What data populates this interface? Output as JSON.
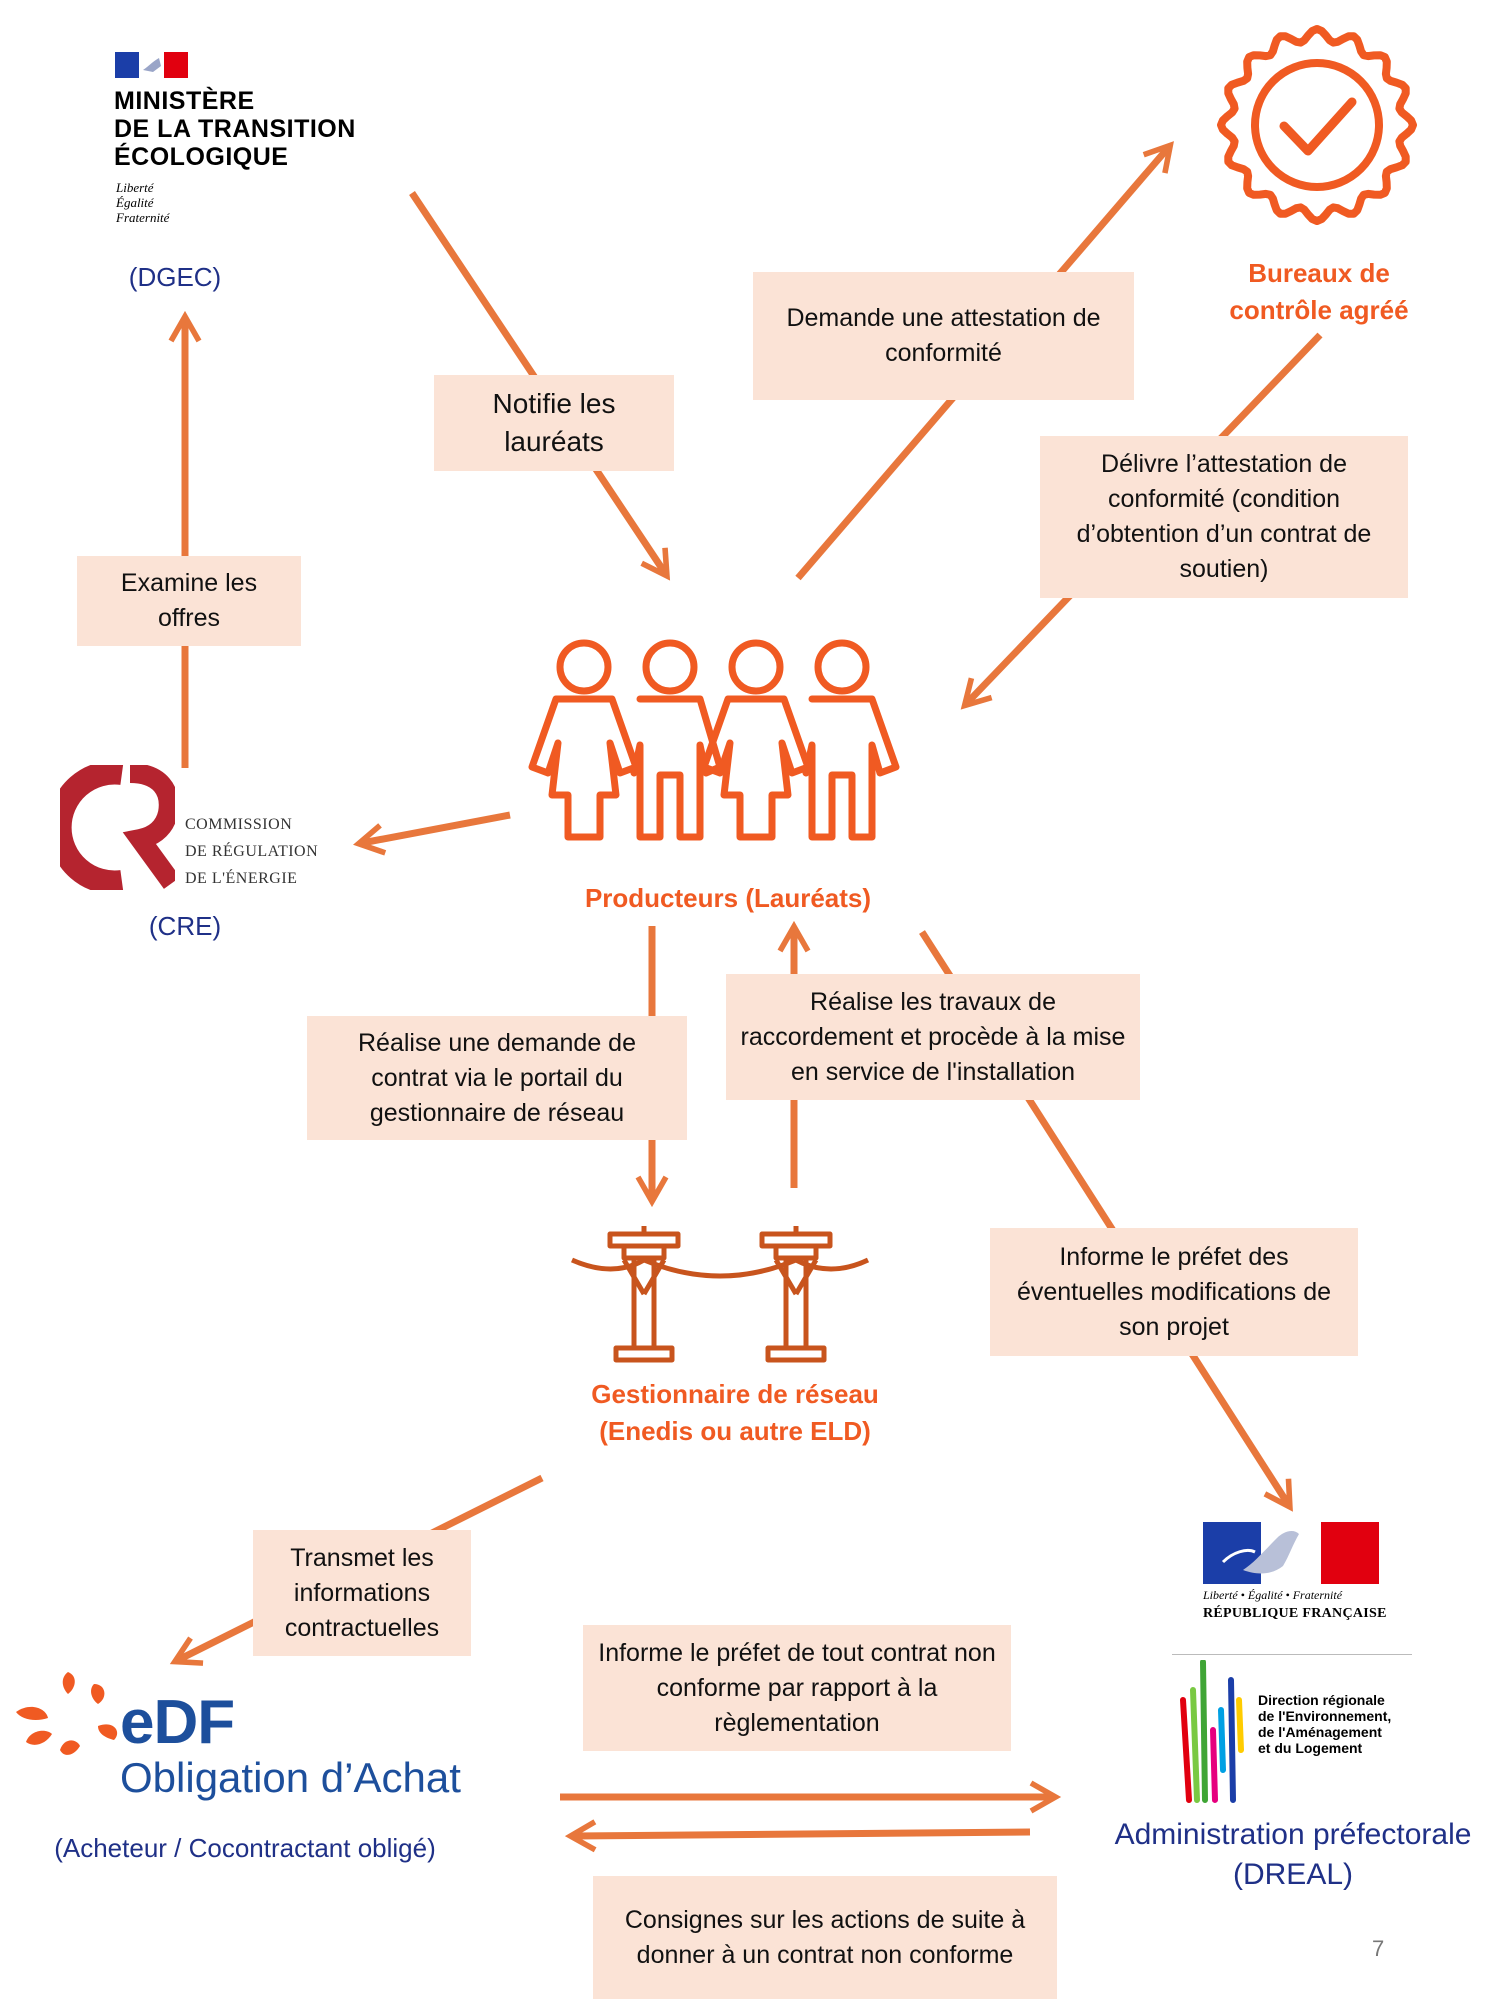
{
  "colors": {
    "accent": "#e8773c",
    "orange_text": "#f05a22",
    "navy": "#1f3087",
    "box_fill": "#fbe3d6",
    "edf_blue": "#1d4f9c",
    "edf_orange": "#f05a22"
  },
  "ministere": {
    "title_lines": [
      "MINISTÈRE",
      "DE LA TRANSITION",
      "ÉCOLOGIQUE"
    ],
    "devise_lines": [
      "Liberté",
      "Égalité",
      "Fraternité"
    ],
    "label": "(DGEC)"
  },
  "bureaux": {
    "label_lines": [
      "Bureaux de",
      "contrôle agréé"
    ],
    "icon": "certification-badge-icon"
  },
  "producteurs": {
    "label": "Producteurs (Lauréats)",
    "icon": "group-people-icon"
  },
  "cre": {
    "logo_lines": [
      "COMMISSION",
      "DE RÉGULATION",
      "DE L'ÉNERGIE"
    ],
    "label": "(CRE)"
  },
  "gestionnaire": {
    "label_lines": [
      "Gestionnaire de réseau",
      "(Enedis ou autre ELD)"
    ],
    "icon": "power-pylon-icon"
  },
  "edf": {
    "name": "eDF",
    "subtitle": "Obligation d’Achat",
    "label": "(Acheteur / Cocontractant obligé)"
  },
  "prefecture": {
    "rf_devise": "Liberté • Égalité • Fraternité",
    "rf_name": "RÉPUBLIQUE FRANÇAISE",
    "dreal_lines": [
      "Direction régionale",
      "de l'Environnement,",
      "de l'Aménagement",
      "et du Logement"
    ],
    "label_lines": [
      "Administration préfectorale",
      "(DREAL)"
    ]
  },
  "actions": {
    "notifie": "Notifie les lauréats",
    "demande_attestation": "Demande une attestation de conformité",
    "delivre_attestation": "Délivre l’attestation de conformité (condition d’obtention d’un contrat de soutien)",
    "examine": "Examine les offres",
    "demande_contrat": "Réalise une demande de contrat via le portail du gestionnaire de réseau",
    "travaux": "Réalise les travaux de raccordement et procède à la mise en service de l'installation",
    "informe_modifications": "Informe le préfet des éventuelles modifications de son projet",
    "transmet": "Transmet les informations contractuelles",
    "informe_non_conforme": "Informe le préfet de tout contrat non conforme par rapport à la règlementation",
    "consignes": "Consignes sur les actions de suite à donner à un contrat non conforme"
  },
  "page_number": "7"
}
